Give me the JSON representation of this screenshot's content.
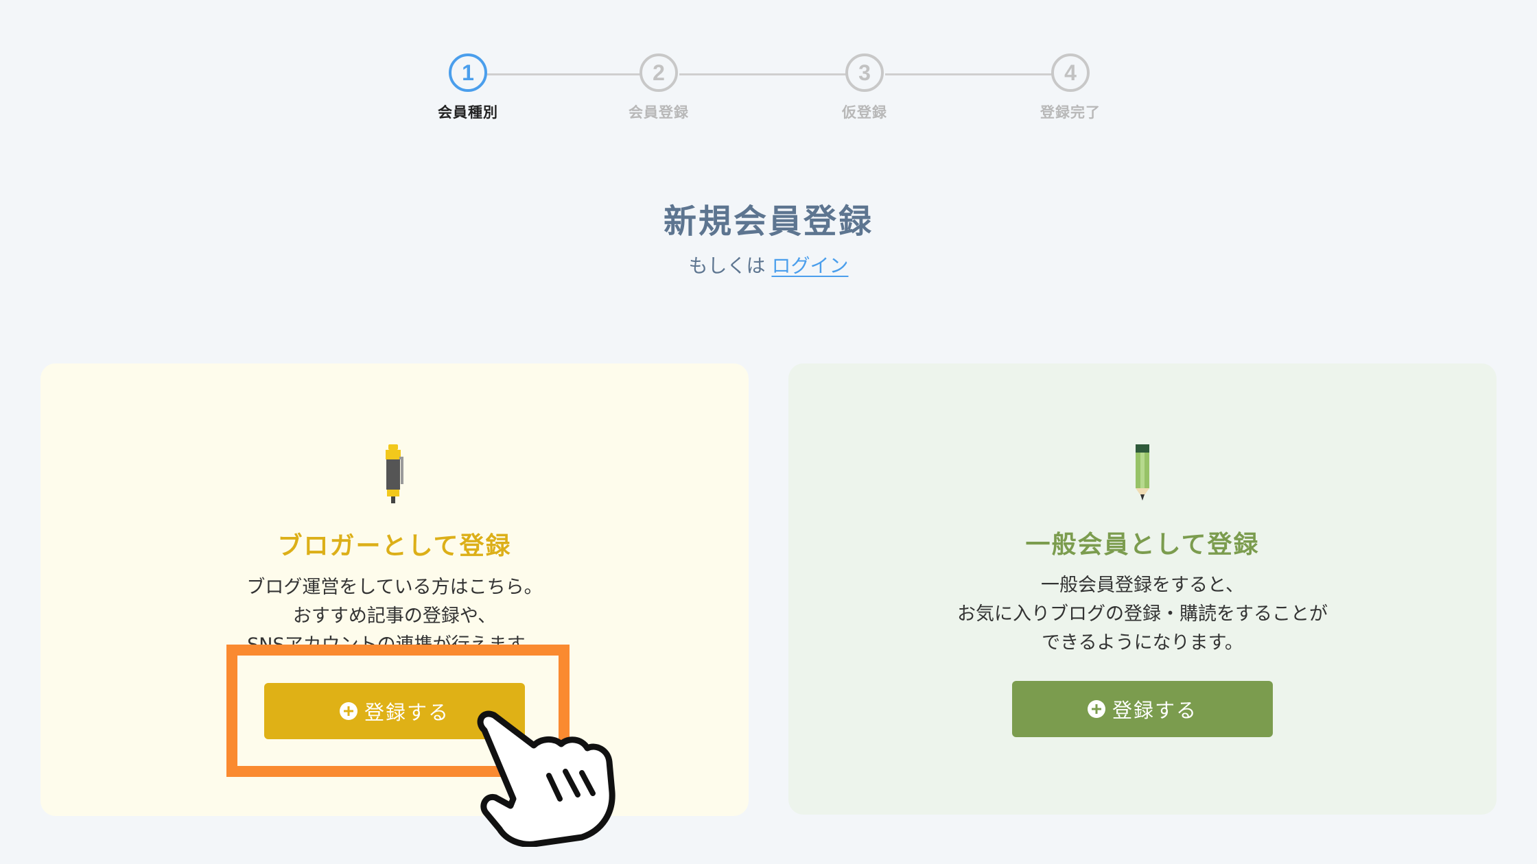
{
  "stepper": {
    "steps": [
      {
        "number": "1",
        "label": "会員種別",
        "active": true
      },
      {
        "number": "2",
        "label": "会員登録",
        "active": false
      },
      {
        "number": "3",
        "label": "仮登録",
        "active": false
      },
      {
        "number": "4",
        "label": "登録完了",
        "active": false
      }
    ],
    "active_color": "#4a9eec",
    "inactive_color": "#c8c8c8"
  },
  "header": {
    "title": "新規会員登録",
    "login_prefix": "もしくは",
    "login_link": "ログイン"
  },
  "cards": {
    "blogger": {
      "icon": "pen-icon",
      "title": "ブロガーとして登録",
      "description": [
        "ブログ運営をしている方はこちら。",
        "おすすめ記事の登録や、",
        "SNSアカウントの連携が行えます。"
      ],
      "button_label": "登録する",
      "accent_color": "#dfb116",
      "background_color": "#fefcec"
    },
    "member": {
      "icon": "pencil-icon",
      "title": "一般会員として登録",
      "description": [
        "一般会員登録をすると、",
        "お気に入りブログの登録・購読をすることが",
        "できるようになります。"
      ],
      "button_label": "登録する",
      "accent_color": "#7b9c4e",
      "background_color": "#edf4ec"
    }
  },
  "annotation": {
    "highlight_color": "#fa8a30",
    "pointer": "hand-pointer-icon"
  }
}
